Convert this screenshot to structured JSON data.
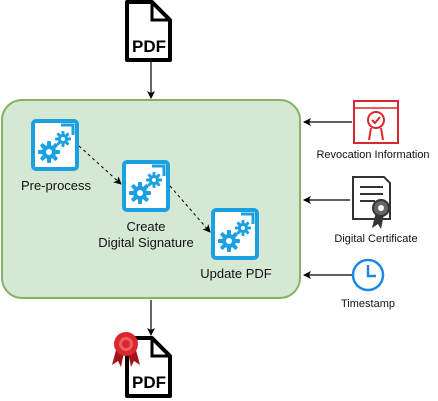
{
  "diagram": {
    "input_document": {
      "icon": "pdf-document-icon",
      "text": "PDF"
    },
    "output_document": {
      "icon": "signed-pdf-document-icon",
      "text": "PDF",
      "badge_icon": "red-seal-ribbon-icon"
    },
    "process": {
      "fill_color": "#d5e8d4",
      "border_color": "#82b366",
      "steps": [
        {
          "icon": "gears-icon",
          "line1": "Pre-process",
          "line2": ""
        },
        {
          "icon": "gears-icon",
          "line1": "Create",
          "line2": "Digital Signature"
        },
        {
          "icon": "gears-icon",
          "line1": "Update PDF",
          "line2": ""
        }
      ]
    },
    "inputs": [
      {
        "icon": "revocation-certificate-icon",
        "label": "Revocation Information",
        "color": "#d9262f"
      },
      {
        "icon": "digital-certificate-icon",
        "label": "Digital Certificate",
        "color": "#333333"
      },
      {
        "icon": "clock-icon",
        "label": "Timestamp",
        "color": "#1e88e5"
      }
    ],
    "gear_color": "#1ba1e2"
  }
}
